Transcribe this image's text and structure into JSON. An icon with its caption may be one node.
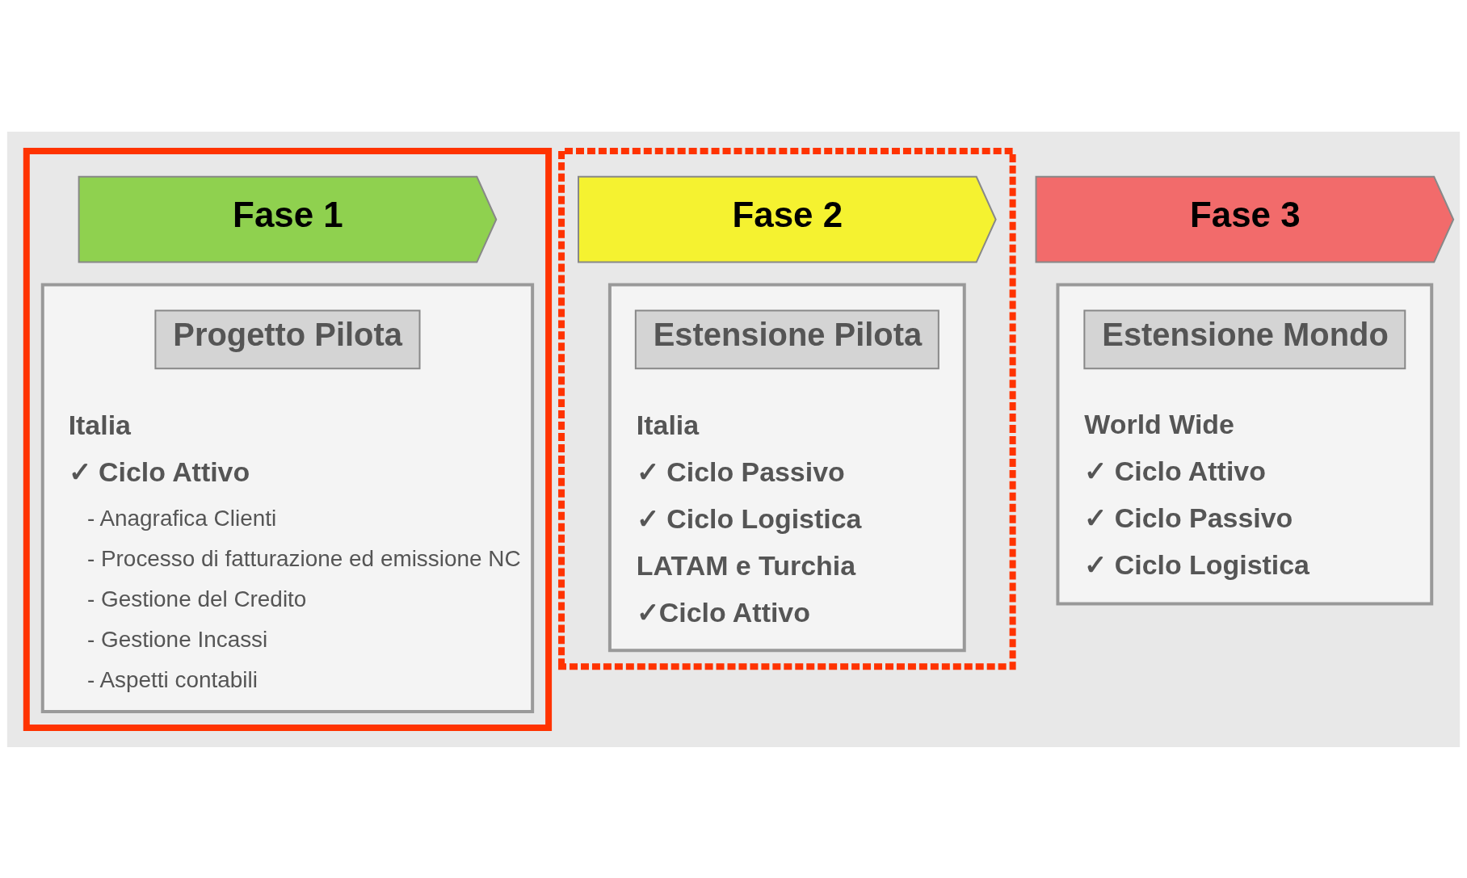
{
  "diagram": {
    "nodes": [
      {
        "text": [],
        "shape": "box"
      },
      {
        "text": [
          "Fase 1"
        ],
        "in": 0
      },
      {
        "text": [
          "Italia",
          "✓ Ciclo Attivo",
          "- Anagrafica Clienti",
          "- Processo di fatturazione ed emissione NC",
          "- Gestione del Credito",
          "- Gestione Incassi",
          "- Aspetti contabili"
        ],
        "in": 0
      },
      {
        "text": [
          "Progetto Pilota"
        ],
        "in": 2
      },
      {
        "text": [],
        "shape": "box"
      },
      {
        "text": [
          "Fase 2"
        ],
        "in": 4
      },
      {
        "text": [
          "Italia",
          "✓ Ciclo Passivo",
          "✓ Ciclo Logistica",
          "LATAM e Turchia",
          "✓Ciclo Attivo"
        ],
        "in": 4
      },
      {
        "text": [
          "Estensione Pilota"
        ],
        "in": 6
      },
      {
        "text": [
          "Fase 3"
        ]
      },
      {
        "text": [
          "World Wide",
          "✓ Ciclo Attivo",
          "✓ Ciclo Passivo",
          "✓ Ciclo Logistica"
        ]
      },
      {
        "text": [
          "Estensione Mondo"
        ],
        "in": 9
      }
    ],
    "edges": []
  }
}
